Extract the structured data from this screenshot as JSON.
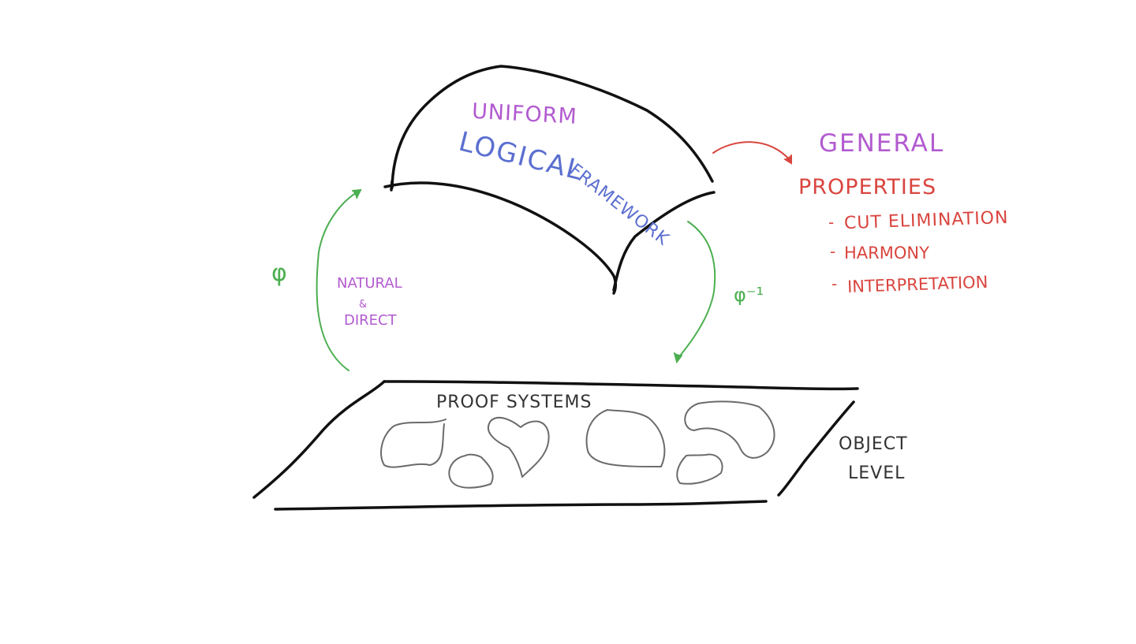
{
  "diagram": {
    "framework": {
      "line1": "UNIFORM",
      "line2": "LOGICAL",
      "line3": "FRAMEWORK"
    },
    "arrow_up": {
      "symbol": "φ",
      "label_line1": "NATURAL",
      "label_line2": "&",
      "label_line3": "DIRECT"
    },
    "arrow_down": {
      "symbol": "φ⁻¹"
    },
    "general": {
      "line1": "GENERAL",
      "line2": "PROPERTIES",
      "items": [
        "CUT ELIMINATION",
        "HARMONY",
        "INTERPRETATION"
      ],
      "bullet": "-"
    },
    "object_level": {
      "proof_systems": "PROOF SYSTEMS",
      "line1": "OBJECT",
      "line2": "LEVEL"
    }
  },
  "colors": {
    "ink": "#111111",
    "purple": "#b25bd0",
    "blue": "#5b6fcf",
    "green": "#4caf50",
    "red": "#d9453f",
    "gray": "#6b6b6b"
  }
}
